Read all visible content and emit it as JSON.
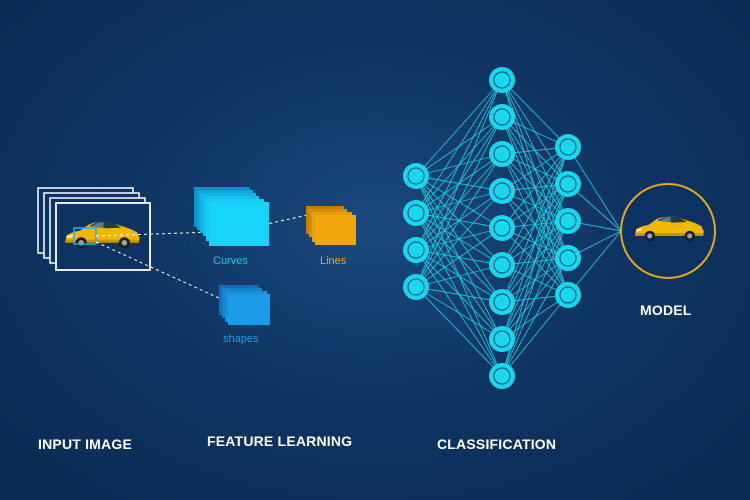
{
  "sections": {
    "input_image": "INPUT IMAGE",
    "feature_learning": "FEATURE LEARNING",
    "classification": "CLASSIFICATION",
    "model": "MODEL"
  },
  "features": {
    "curves": "Curves",
    "lines": "Lines",
    "shapes": "shapes"
  },
  "network": {
    "layers": [
      4,
      9,
      5
    ],
    "node_color": "#19d8ee"
  },
  "colors": {
    "curves": "#14c6f2",
    "lines": "#f2a50c",
    "shapes": "#1e9be6",
    "model_ring": "#e6a817",
    "car_body": "#f2b800"
  }
}
